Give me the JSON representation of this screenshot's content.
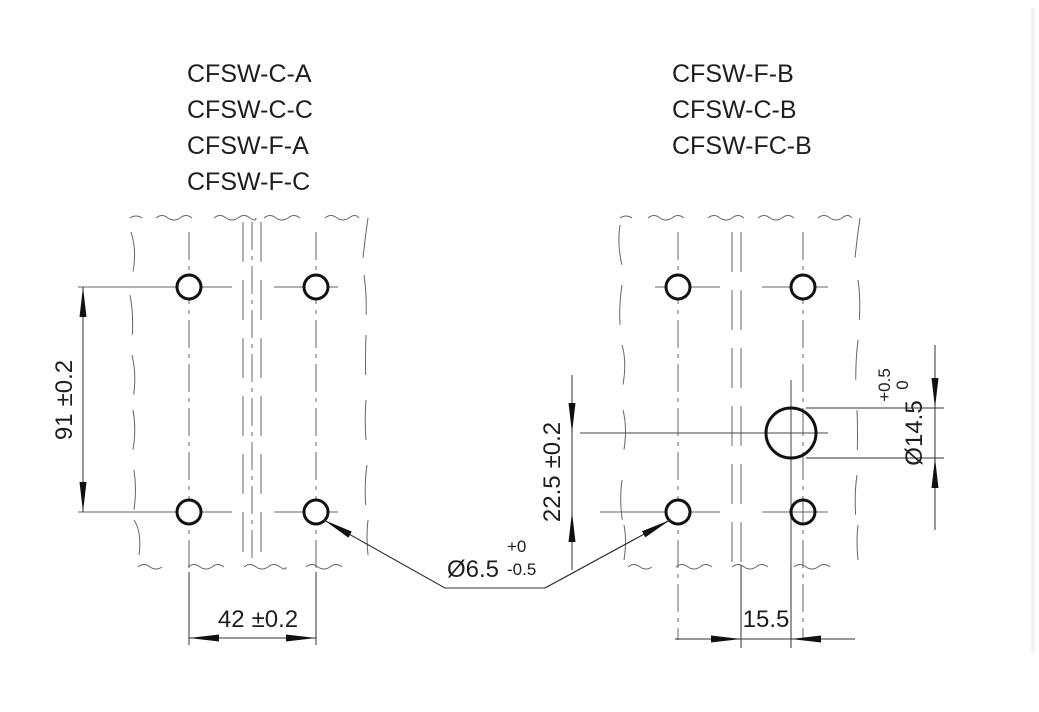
{
  "title": "Mounting hole pattern drawing",
  "left_view": {
    "models": [
      "CFSW-C-A",
      "CFSW-C-C",
      "CFSW-F-A",
      "CFSW-F-C"
    ],
    "dim_vertical": {
      "value": "91",
      "tol": "±0.2"
    },
    "dim_horizontal": {
      "value": "42",
      "tol": "±0.2"
    }
  },
  "right_view": {
    "models": [
      "CFSW-F-B",
      "CFSW-C-B",
      "CFSW-FC-B"
    ],
    "dim_vertical": {
      "value": "22.5",
      "tol": "±0.2"
    },
    "dim_horizontal": {
      "value": "15.5"
    },
    "large_hole": {
      "value": "Ø14.5",
      "tol_upper": "+0.5",
      "tol_lower": "0"
    }
  },
  "small_hole_callout": {
    "value": "Ø6.5",
    "tol_upper": "+0",
    "tol_lower": "-0.5"
  },
  "colors": {
    "line": "#1e1e1e",
    "thin": "#555555",
    "hole": "#111111"
  }
}
